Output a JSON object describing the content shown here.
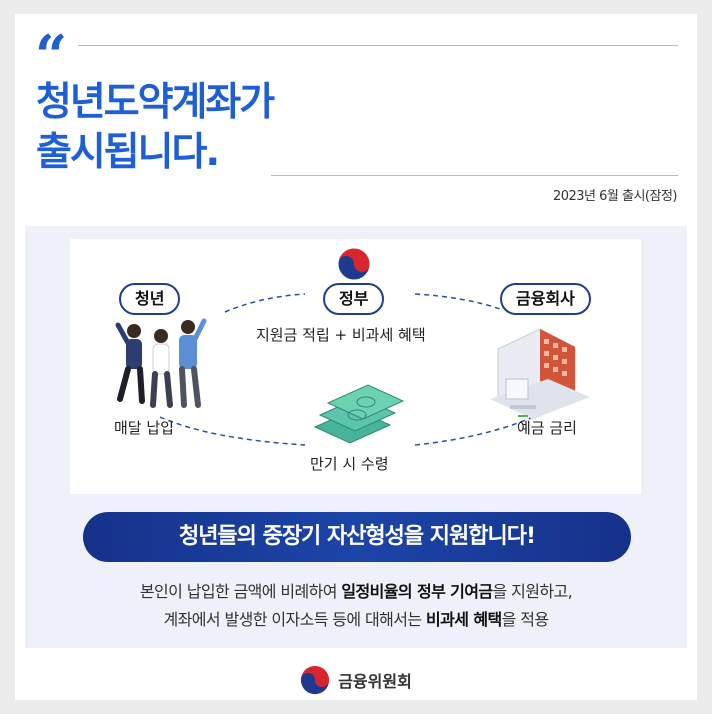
{
  "header": {
    "quote_mark": "“",
    "title_line1": "청년도약계좌가",
    "title_line2": "출시됩니다.",
    "release_date": "2023년 6월 출시(잠정)"
  },
  "diagram": {
    "youth_label": "청년",
    "government_label": "정부",
    "bank_label": "금융회사",
    "government_benefit": "지원금 적립 + 비과세 혜택",
    "monthly_payment": "매달 납입",
    "deposit_interest": "예금 금리",
    "maturity": "만기 시 수령"
  },
  "banner": {
    "text": "청년들의 중장기 자산형성을 지원합니다!"
  },
  "description": {
    "line1_part1": "본인이 납입한 금액에 비례하여 ",
    "line1_bold": "일정비율의 정부 기여금",
    "line1_part2": "을 지원하고,",
    "line2_part1": "계좌에서 발생한 이자소득 등에 대해서는 ",
    "line2_bold": "비과세 혜택",
    "line2_part2": "을 적용"
  },
  "footer": {
    "org_name": "금융위원회"
  },
  "colors": {
    "title_blue": "#1f5fd6",
    "navy": "#1e3f8f",
    "banner_navy": "#15328a",
    "emblem_red": "#d8262f",
    "emblem_blue": "#1d3a8f",
    "panel_bg": "#eef1f9"
  },
  "icons": [
    "quote-mark",
    "government-emblem",
    "youth-people-illustration",
    "bank-building-illustration",
    "money-stack-illustration"
  ]
}
